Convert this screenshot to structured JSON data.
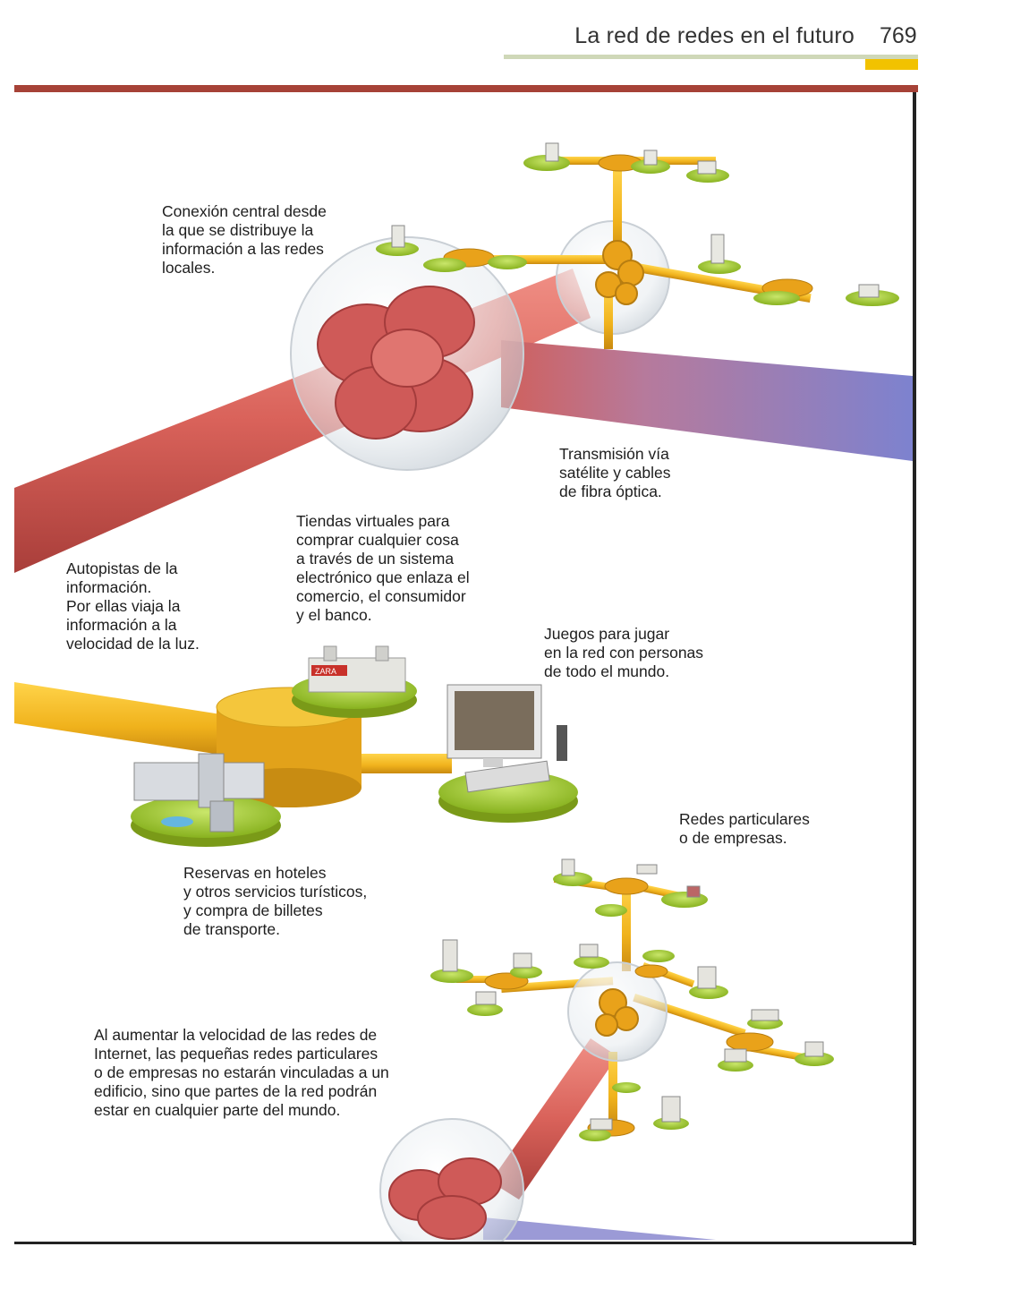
{
  "header": {
    "title": "La red de redes en el futuro",
    "page_number": "769",
    "accent_color": "#f2c200",
    "band_color": "#a64237"
  },
  "captions": {
    "central_connection": "Conexión central desde\nla que se distribuye la\ninformación a las redes\nlocales.",
    "transmission": "Transmisión vía\nsatélite y cables\nde fibra óptica.",
    "virtual_stores": "Tiendas virtuales para\ncomprar cualquier cosa\na través de un sistema\nelectrónico que enlaza el\ncomercio, el consumidor\ny el banco.",
    "info_highways": "Autopistas de la\ninformación.\nPor ellas viaja la\ninformación a la\nvelocidad de la luz.",
    "online_games": "Juegos para jugar\nen la red con personas\nde todo el mundo.",
    "private_networks": "Redes particulares\no de empresas.",
    "reservations": "Reservas en hoteles\ny otros servicios turísticos,\ny compra de billetes\nde transporte.",
    "speed_increase": "Al aumentar la velocidad de las redes de\nInternet, las pequeñas redes particulares\no de empresas no estarán vinculadas a un\nedificio, sino que partes de la red podrán\nestar en cualquier parte del mundo."
  },
  "store_sign": "ZARA",
  "illustration_colors": {
    "red_cable": "#d9625a",
    "blue_cable": "#7d82cf",
    "orange_pipe": "#f0b21c",
    "green_base": "#a6cc2e"
  }
}
